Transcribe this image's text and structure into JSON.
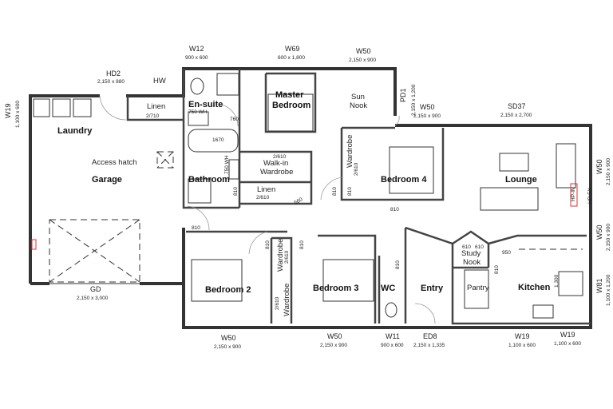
{
  "rooms": {
    "laundry": "Laundry",
    "garage": "Garage",
    "ensuite": "En-suite",
    "master_1": "Master",
    "master_2": "Bedroom",
    "sun_1": "Sun",
    "sun_2": "Nook",
    "bathroom": "Bathroom",
    "walkin_1": "Walk-in",
    "walkin_2": "Wardrobe",
    "linen1": "Linen",
    "linen2": "Linen",
    "bedroom4": "Bedroom 4",
    "wardrobe4": "Wardrobe",
    "lounge": "Lounge",
    "bedroom2": "Bedroom 2",
    "bedroom3": "Bedroom 3",
    "wardrobe2a": "Wardrobe",
    "wardrobe2b": "Wardrobe",
    "wc": "WC",
    "entry": "Entry",
    "study_1": "Study",
    "study_2": "Nook",
    "pantry": "Pantry",
    "kitchen": "Kitchen"
  },
  "annotations": {
    "access_hatch": "Access hatch",
    "hw": "HW",
    "ensuite_wh": "750 WH",
    "bath_wh": "750 WH",
    "bath_len": "1670",
    "d760": "760",
    "linen1_dim": "2/710",
    "walkin_dim": "2/610",
    "linen2_dim": "2/610",
    "d560": "560",
    "d810_bath": "810",
    "d810_a": "810",
    "d810_b": "810",
    "d810_c": "810",
    "d810_d": "810",
    "d810_e": "810",
    "d810_f": "810",
    "d810_g": "810",
    "d810_h": "810",
    "wr4_dim": "2/610",
    "wr2a_dim": "2/610",
    "wr2b_dim": "2/610",
    "study_610a": "610",
    "study_610b": "610",
    "d950": "950",
    "d1300": "1,300",
    "hp_in": "HP-IN",
    "hp_ex": "HP-EX"
  },
  "windows": [
    {
      "code": "W19",
      "size": "1,100 x 600"
    },
    {
      "code": "HD2",
      "size": "2,150 x 880"
    },
    {
      "code": "W12",
      "size": "900 x 600"
    },
    {
      "code": "W69",
      "size": "600 x 1,800"
    },
    {
      "code": "W50",
      "size": "2,150 x 900"
    },
    {
      "code": "PD1",
      "size": "2,150 x 1,200"
    },
    {
      "code": "W50",
      "size": "2,150 x 900"
    },
    {
      "code": "SD37",
      "size": "2,150 x 2,700"
    },
    {
      "code": "W50",
      "size": "2,150 x 900"
    },
    {
      "code": "W50",
      "size": "2,150 x 900"
    },
    {
      "code": "W81",
      "size": "1,100 x 1,200"
    },
    {
      "code": "GD",
      "size": "2,150 x 3,000"
    },
    {
      "code": "W50",
      "size": "2,150 x 900"
    },
    {
      "code": "W50",
      "size": "2,150 x 900"
    },
    {
      "code": "W11",
      "size": "900 x 600"
    },
    {
      "code": "ED8",
      "size": "2,150 x 1,335"
    },
    {
      "code": "W19",
      "size": "1,100 x 600"
    },
    {
      "code": "W19",
      "size": "1,100 x 600"
    }
  ],
  "colors": {
    "wall": "#333333",
    "marker": "#dd3333"
  }
}
